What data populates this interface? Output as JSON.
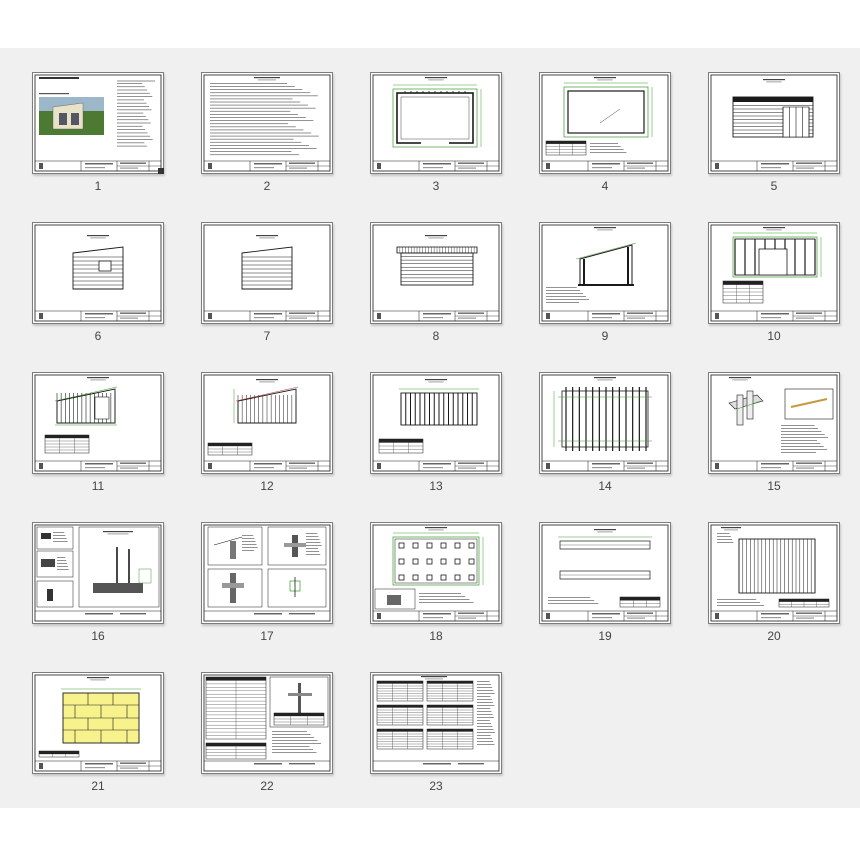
{
  "viewer": {
    "pages": [
      {
        "number": "1",
        "selected": true
      },
      {
        "number": "2"
      },
      {
        "number": "3"
      },
      {
        "number": "4"
      },
      {
        "number": "5"
      },
      {
        "number": "6"
      },
      {
        "number": "7"
      },
      {
        "number": "8"
      },
      {
        "number": "9"
      },
      {
        "number": "10"
      },
      {
        "number": "11"
      },
      {
        "number": "12"
      },
      {
        "number": "13"
      },
      {
        "number": "14"
      },
      {
        "number": "15"
      },
      {
        "number": "16"
      },
      {
        "number": "17"
      },
      {
        "number": "18"
      },
      {
        "number": "19"
      },
      {
        "number": "20"
      },
      {
        "number": "21"
      },
      {
        "number": "22"
      },
      {
        "number": "23"
      }
    ]
  },
  "colors": {
    "background": "#f0f0f0",
    "page": "#ffffff",
    "line": "#1a1a1a",
    "dimension_green": "#3a9a2a",
    "sheathing_yellow": "#f7f28c",
    "photo_green": "#4d7a33"
  }
}
